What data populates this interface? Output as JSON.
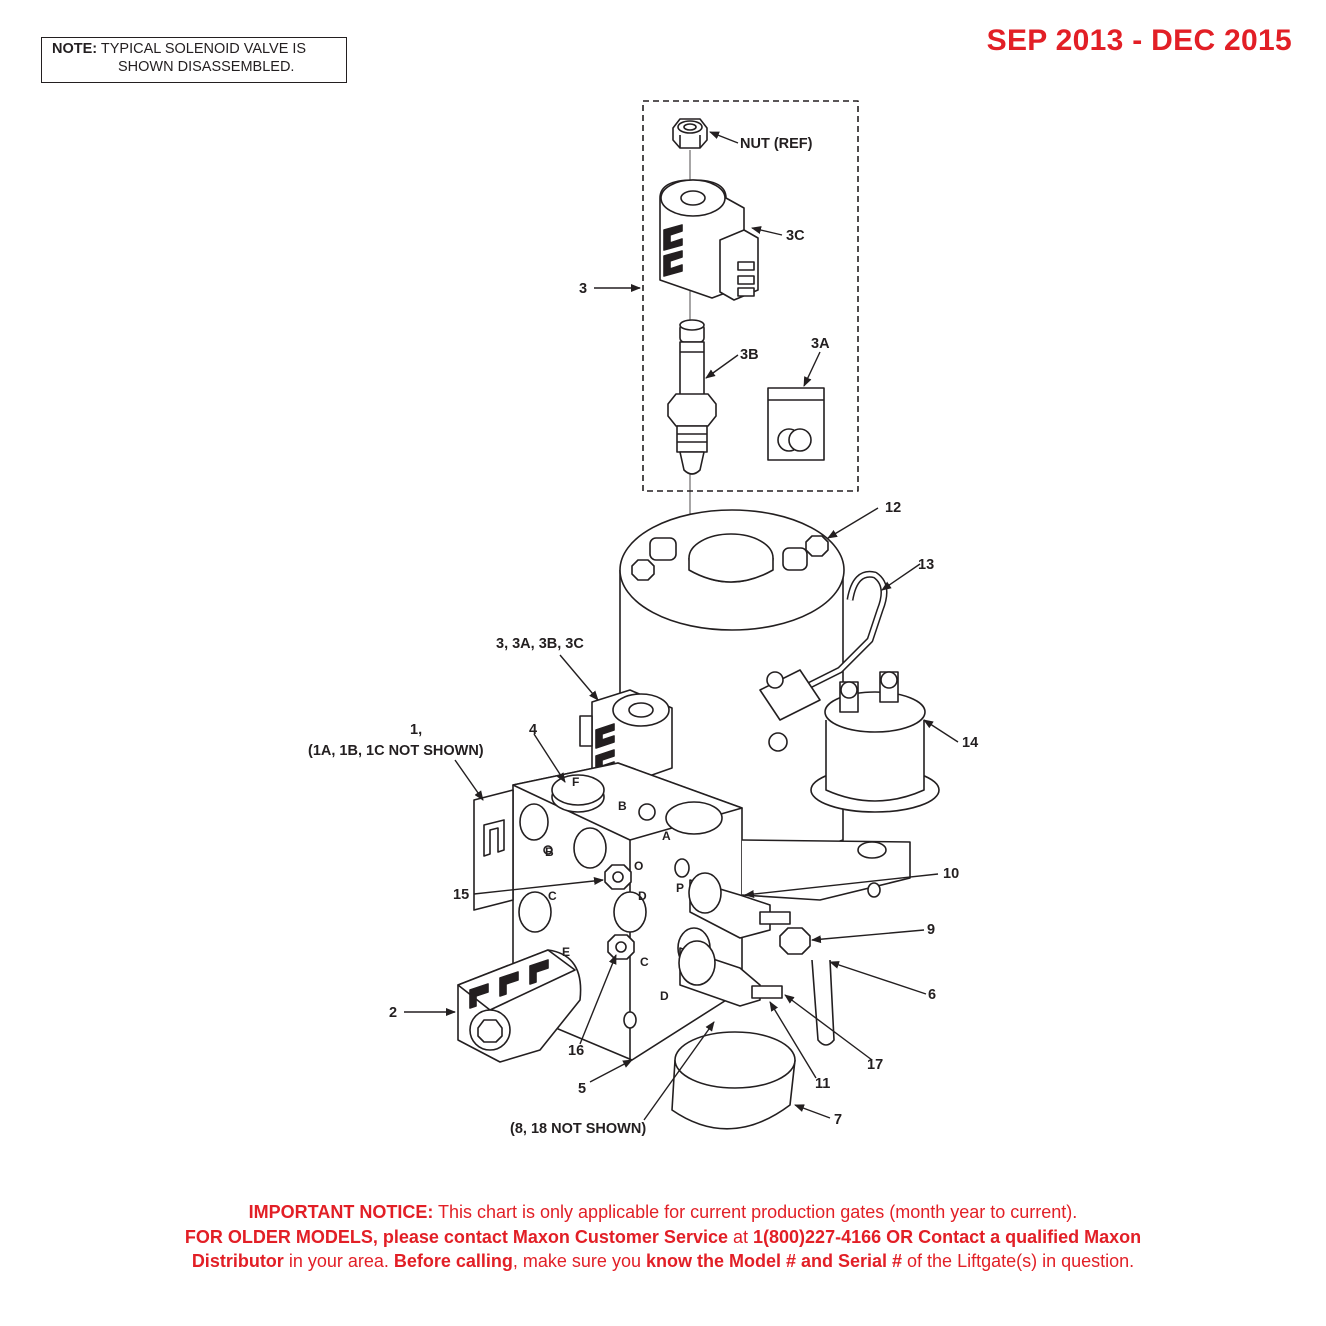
{
  "note": {
    "prefix": "NOTE:",
    "line1": "TYPICAL SOLENOID VALVE IS",
    "line2": "SHOWN DISASSEMBLED."
  },
  "date_range": "SEP 2013 - DEC 2015",
  "callouts": {
    "nut_ref": "NUT (REF)",
    "c3c": "3C",
    "c3": "3",
    "c3b": "3B",
    "c3a": "3A",
    "c12": "12",
    "c13": "13",
    "c3group": "3, 3A, 3B, 3C",
    "c14": "14",
    "c1": "1,",
    "c1sub": "(1A, 1B, 1C NOT SHOWN)",
    "c4": "4",
    "c10": "10",
    "c15": "15",
    "c9": "9",
    "c6": "6",
    "c2": "2",
    "c16": "16",
    "c17": "17",
    "c5": "5",
    "c11": "11",
    "c7": "7",
    "c8_18": "(8, 18 NOT SHOWN)"
  },
  "port_letters": {
    "F": "F",
    "B_top": "B",
    "A": "A",
    "B_side": "B",
    "C_side": "C",
    "D_side": "D",
    "P": "P",
    "O": "O",
    "E": "E",
    "C_front": "C",
    "D_front": "D"
  },
  "notice": {
    "l1_bold": "IMPORTANT NOTICE:",
    "l1_rest": " This chart is only applicable for current production gates (month year to current).",
    "l2_bold": "FOR OLDER MODELS, please contact Maxon Customer Service",
    "l2_mid": " at ",
    "l2_bold2": "1(800)227-4166 OR Contact a qualified Maxon",
    "l3_bold": "Distributor",
    "l3_mid": " in your area. ",
    "l3_bold2": "Before calling",
    "l3_mid2": ", make sure you ",
    "l3_bold3": "know the Model # and Serial #",
    "l3_end": " of the Liftgate(s) in question."
  },
  "colors": {
    "accent_red": "#e21f26",
    "ink": "#231f20"
  }
}
